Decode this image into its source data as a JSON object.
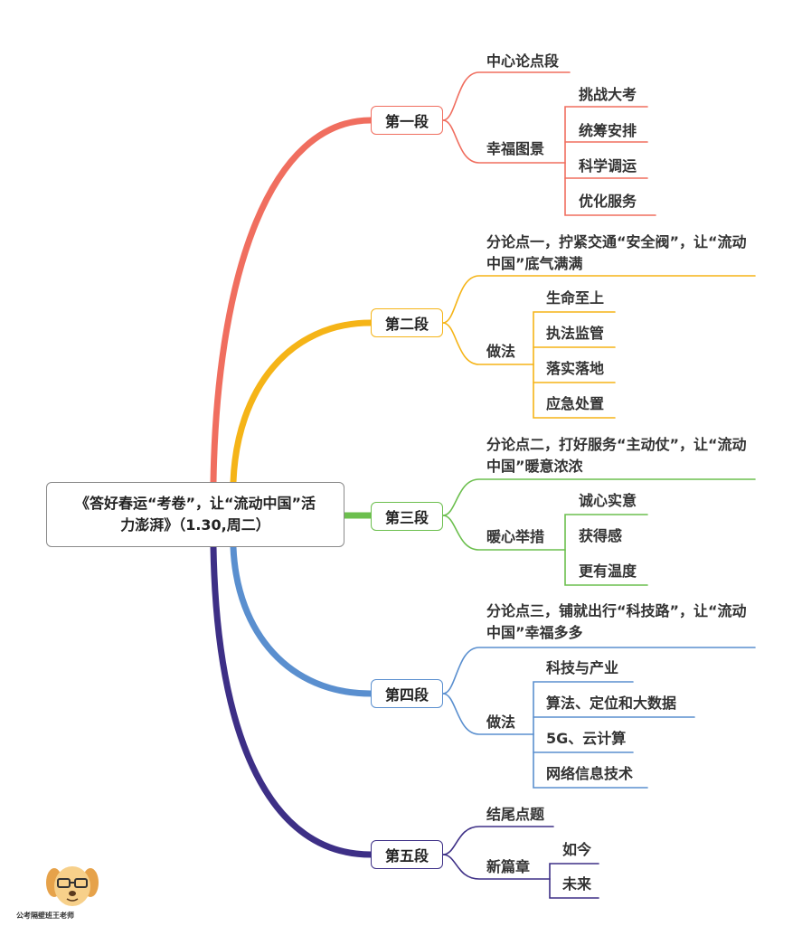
{
  "colors": {
    "sec1": "#f06e5f",
    "sec2": "#f5b417",
    "sec3": "#6cbf4e",
    "sec4": "#5a8fcf",
    "sec5": "#3d2f86"
  },
  "root": {
    "line1": "《答好春运“考卷”，让“流动中国”活",
    "line2": "力澎湃》（1.30,周二）"
  },
  "sections": [
    {
      "label": "第一段",
      "branches": [
        {
          "label": "中心论点段",
          "children": []
        },
        {
          "label": "幸福图景",
          "children": [
            "挑战大考",
            "统筹安排",
            "科学调运",
            "优化服务"
          ]
        }
      ]
    },
    {
      "label": "第二段",
      "branches": [
        {
          "label": "分论点一，拧紧交通“安全阀”，让“流动中国”底气满满",
          "children": []
        },
        {
          "label": "做法",
          "children": [
            "生命至上",
            "执法监管",
            "落实落地",
            "应急处置"
          ]
        }
      ]
    },
    {
      "label": "第三段",
      "branches": [
        {
          "label": "分论点二，打好服务“主动仗”，让“流动中国”暖意浓浓",
          "children": []
        },
        {
          "label": "暖心举措",
          "children": [
            "诚心实意",
            "获得感",
            "更有温度"
          ]
        }
      ]
    },
    {
      "label": "第四段",
      "branches": [
        {
          "label": "分论点三，铺就出行“科技路”，让“流动中国”幸福多多",
          "children": []
        },
        {
          "label": "做法",
          "children": [
            "科技与产业",
            "算法、定位和大数据",
            "5G、云计算",
            "网络信息技术"
          ]
        }
      ]
    },
    {
      "label": "第五段",
      "branches": [
        {
          "label": "结尾点题",
          "children": []
        },
        {
          "label": "新篇章",
          "children": [
            "如今",
            "未来"
          ]
        }
      ]
    }
  ],
  "watermark": {
    "icon": "cartoon-dog-with-glasses-icon",
    "text": "公考隔壁班王老师"
  }
}
